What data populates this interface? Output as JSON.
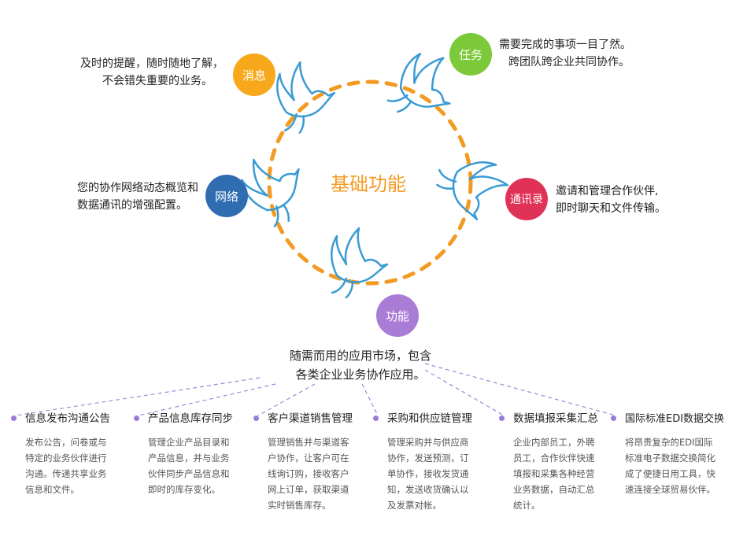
{
  "center_title": "基础功能",
  "colors": {
    "ring": "#f39a22",
    "bird": "#3a9bd4",
    "connector": "#9a8ad8",
    "feature_dot": "#9a7cd8"
  },
  "nodes": [
    {
      "id": "news",
      "label": "消息",
      "color": "#f7a81b",
      "desc": [
        "及时的提醒，随时随地了解，",
        "不会错失重要的业务。"
      ]
    },
    {
      "id": "task",
      "label": "任务",
      "color": "#7cc93a",
      "desc": [
        "需要完成的事项一目了然。",
        "跨团队跨企业共同协作。"
      ]
    },
    {
      "id": "contacts",
      "label": "通讯录",
      "color": "#e03256",
      "desc": [
        "邀请和管理合作伙伴,",
        "即时聊天和文件传输。"
      ]
    },
    {
      "id": "network",
      "label": "网络",
      "color": "#2f6db0",
      "desc": [
        "您的协作网络动态概览和",
        "数据通讯的增强配置。"
      ]
    },
    {
      "id": "function",
      "label": "功能",
      "color": "#a97cd6",
      "desc": []
    }
  ],
  "market_text": [
    "随需而用的应用市场，包含",
    "各类企业业务协作应用。"
  ],
  "features": [
    {
      "title": "信息发布沟通公告",
      "lines": [
        "发布公告，问卷或与",
        "特定的业务伙伴进行",
        "沟通。传递共享业务",
        "信息和文件。"
      ]
    },
    {
      "title": "产品信息库存同步",
      "lines": [
        "管理企业产品目录和",
        "产品信息，并与业务",
        "伙伴同步产品信息和",
        "即时的库存变化。"
      ]
    },
    {
      "title": "客户渠道销售管理",
      "lines": [
        "管理销售并与渠道客",
        "户协作，让客户可在",
        "线询订购，接收客户",
        "网上订单，获取渠道",
        "实时销售库存。"
      ]
    },
    {
      "title": "采购和供应链管理",
      "lines": [
        "管理采购并与供应商",
        "协作，发送预测，订",
        "单协作，接收发货通",
        "知，发送收货确认以",
        "及发票对帐。"
      ]
    },
    {
      "title": "数据填报采集汇总",
      "lines": [
        "企业内部员工，外聘",
        "员工，合作伙伴快速",
        "填报和采集各种经营",
        "业务数据，自动汇总",
        "统计。"
      ]
    },
    {
      "title": "国际标准EDI数据交换",
      "lines": [
        "将昂贵复杂的EDI国际",
        "标准电子数据交换简化",
        "成了便捷日用工具，快",
        "速连接全球贸易伙伴。"
      ]
    }
  ]
}
